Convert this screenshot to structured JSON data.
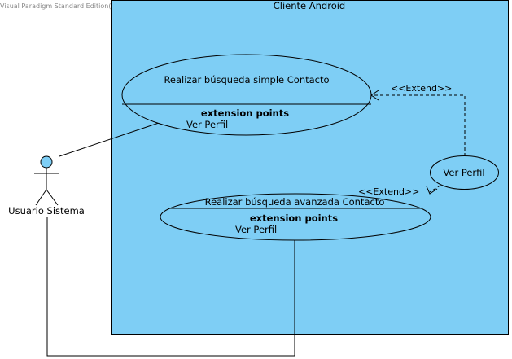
{
  "watermark": "Visual Paradigm Standard Edition(Universidad de La Frontera)",
  "system_boundary": {
    "title": "Cliente Android"
  },
  "actor": {
    "name": "Usuario Sistema"
  },
  "use_cases": {
    "simple": {
      "name": "Realizar búsqueda simple Contacto",
      "extension_points_title": "extension points",
      "extension_point": "Ver Perfil"
    },
    "advanced": {
      "name": "Realizar búsqueda avanzada Contacto",
      "extension_points_title": "extension points",
      "extension_point": "Ver Perfil"
    },
    "profile": {
      "name": "Ver Perfil"
    }
  },
  "relations": {
    "extend_simple": "<<Extend>>",
    "extend_advanced": "<<Extend>>"
  },
  "colors": {
    "boundary_fill": "#7ecef5",
    "usecase_fill": "#7ecef5",
    "actor_head_fill": "#7ecef5",
    "stroke": "#000000"
  }
}
